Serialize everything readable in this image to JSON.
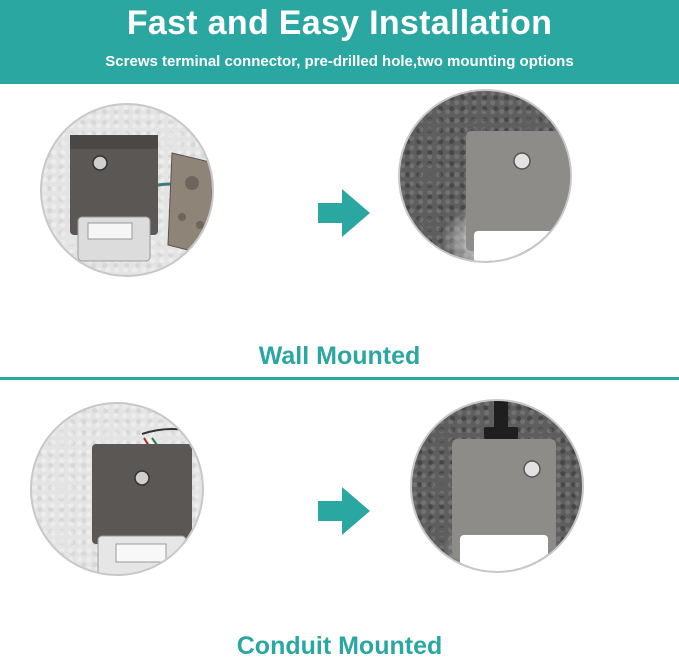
{
  "header": {
    "title": "Fast and Easy Installation",
    "subtitle": "Screws terminal connector, pre-drilled hole,two mounting options"
  },
  "sections": [
    {
      "label": "Wall Mounted"
    },
    {
      "label": "Conduit Mounted"
    }
  ],
  "colors": {
    "accent": "#2aa7a1",
    "fixture_body": "#5a5754",
    "wall_light": "#e4e4e4",
    "wall_dark": "#5e5e5e"
  },
  "icons": [
    "arrow-right-icon",
    "wall-pack-light-icon",
    "mounting-plate-icon",
    "conduit-pipe-icon"
  ]
}
